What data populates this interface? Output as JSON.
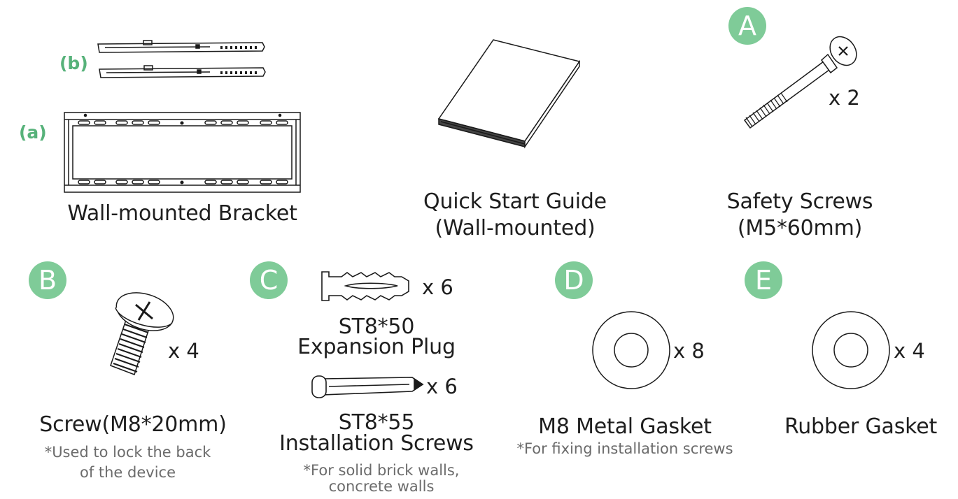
{
  "colors": {
    "accent": "#7fcb98",
    "sub_label": "#57b27a",
    "line": "#1a1a1a",
    "note": "#6b6b6b"
  },
  "bracket": {
    "sub_b": "(b)",
    "sub_a": "(a)",
    "title": "Wall-mounted Bracket"
  },
  "guide": {
    "title_line1": "Quick Start Guide",
    "title_line2": "(Wall-mounted)"
  },
  "safety_screws": {
    "badge": "A",
    "qty": "x 2",
    "title_line1": "Safety Screws",
    "title_line2": "(M5*60mm)"
  },
  "screw": {
    "badge": "B",
    "qty": "x 4",
    "title": "Screw(M8*20mm)",
    "note_line1": "*Used to lock the back",
    "note_line2": "of the device"
  },
  "plug": {
    "badge": "C",
    "qty": "x 6",
    "title_line1": "ST8*50",
    "title_line2": "Expansion Plug"
  },
  "install_screws": {
    "qty": "x 6",
    "title_line1": "ST8*55",
    "title_line2": "Installation Screws",
    "note_line1": "*For solid brick walls,",
    "note_line2": "concrete walls"
  },
  "metal_gasket": {
    "badge": "D",
    "qty": "x 8",
    "title": "M8 Metal Gasket",
    "note": "*For fixing installation screws"
  },
  "rubber_gasket": {
    "badge": "E",
    "qty": "x 4",
    "title": "Rubber Gasket"
  }
}
